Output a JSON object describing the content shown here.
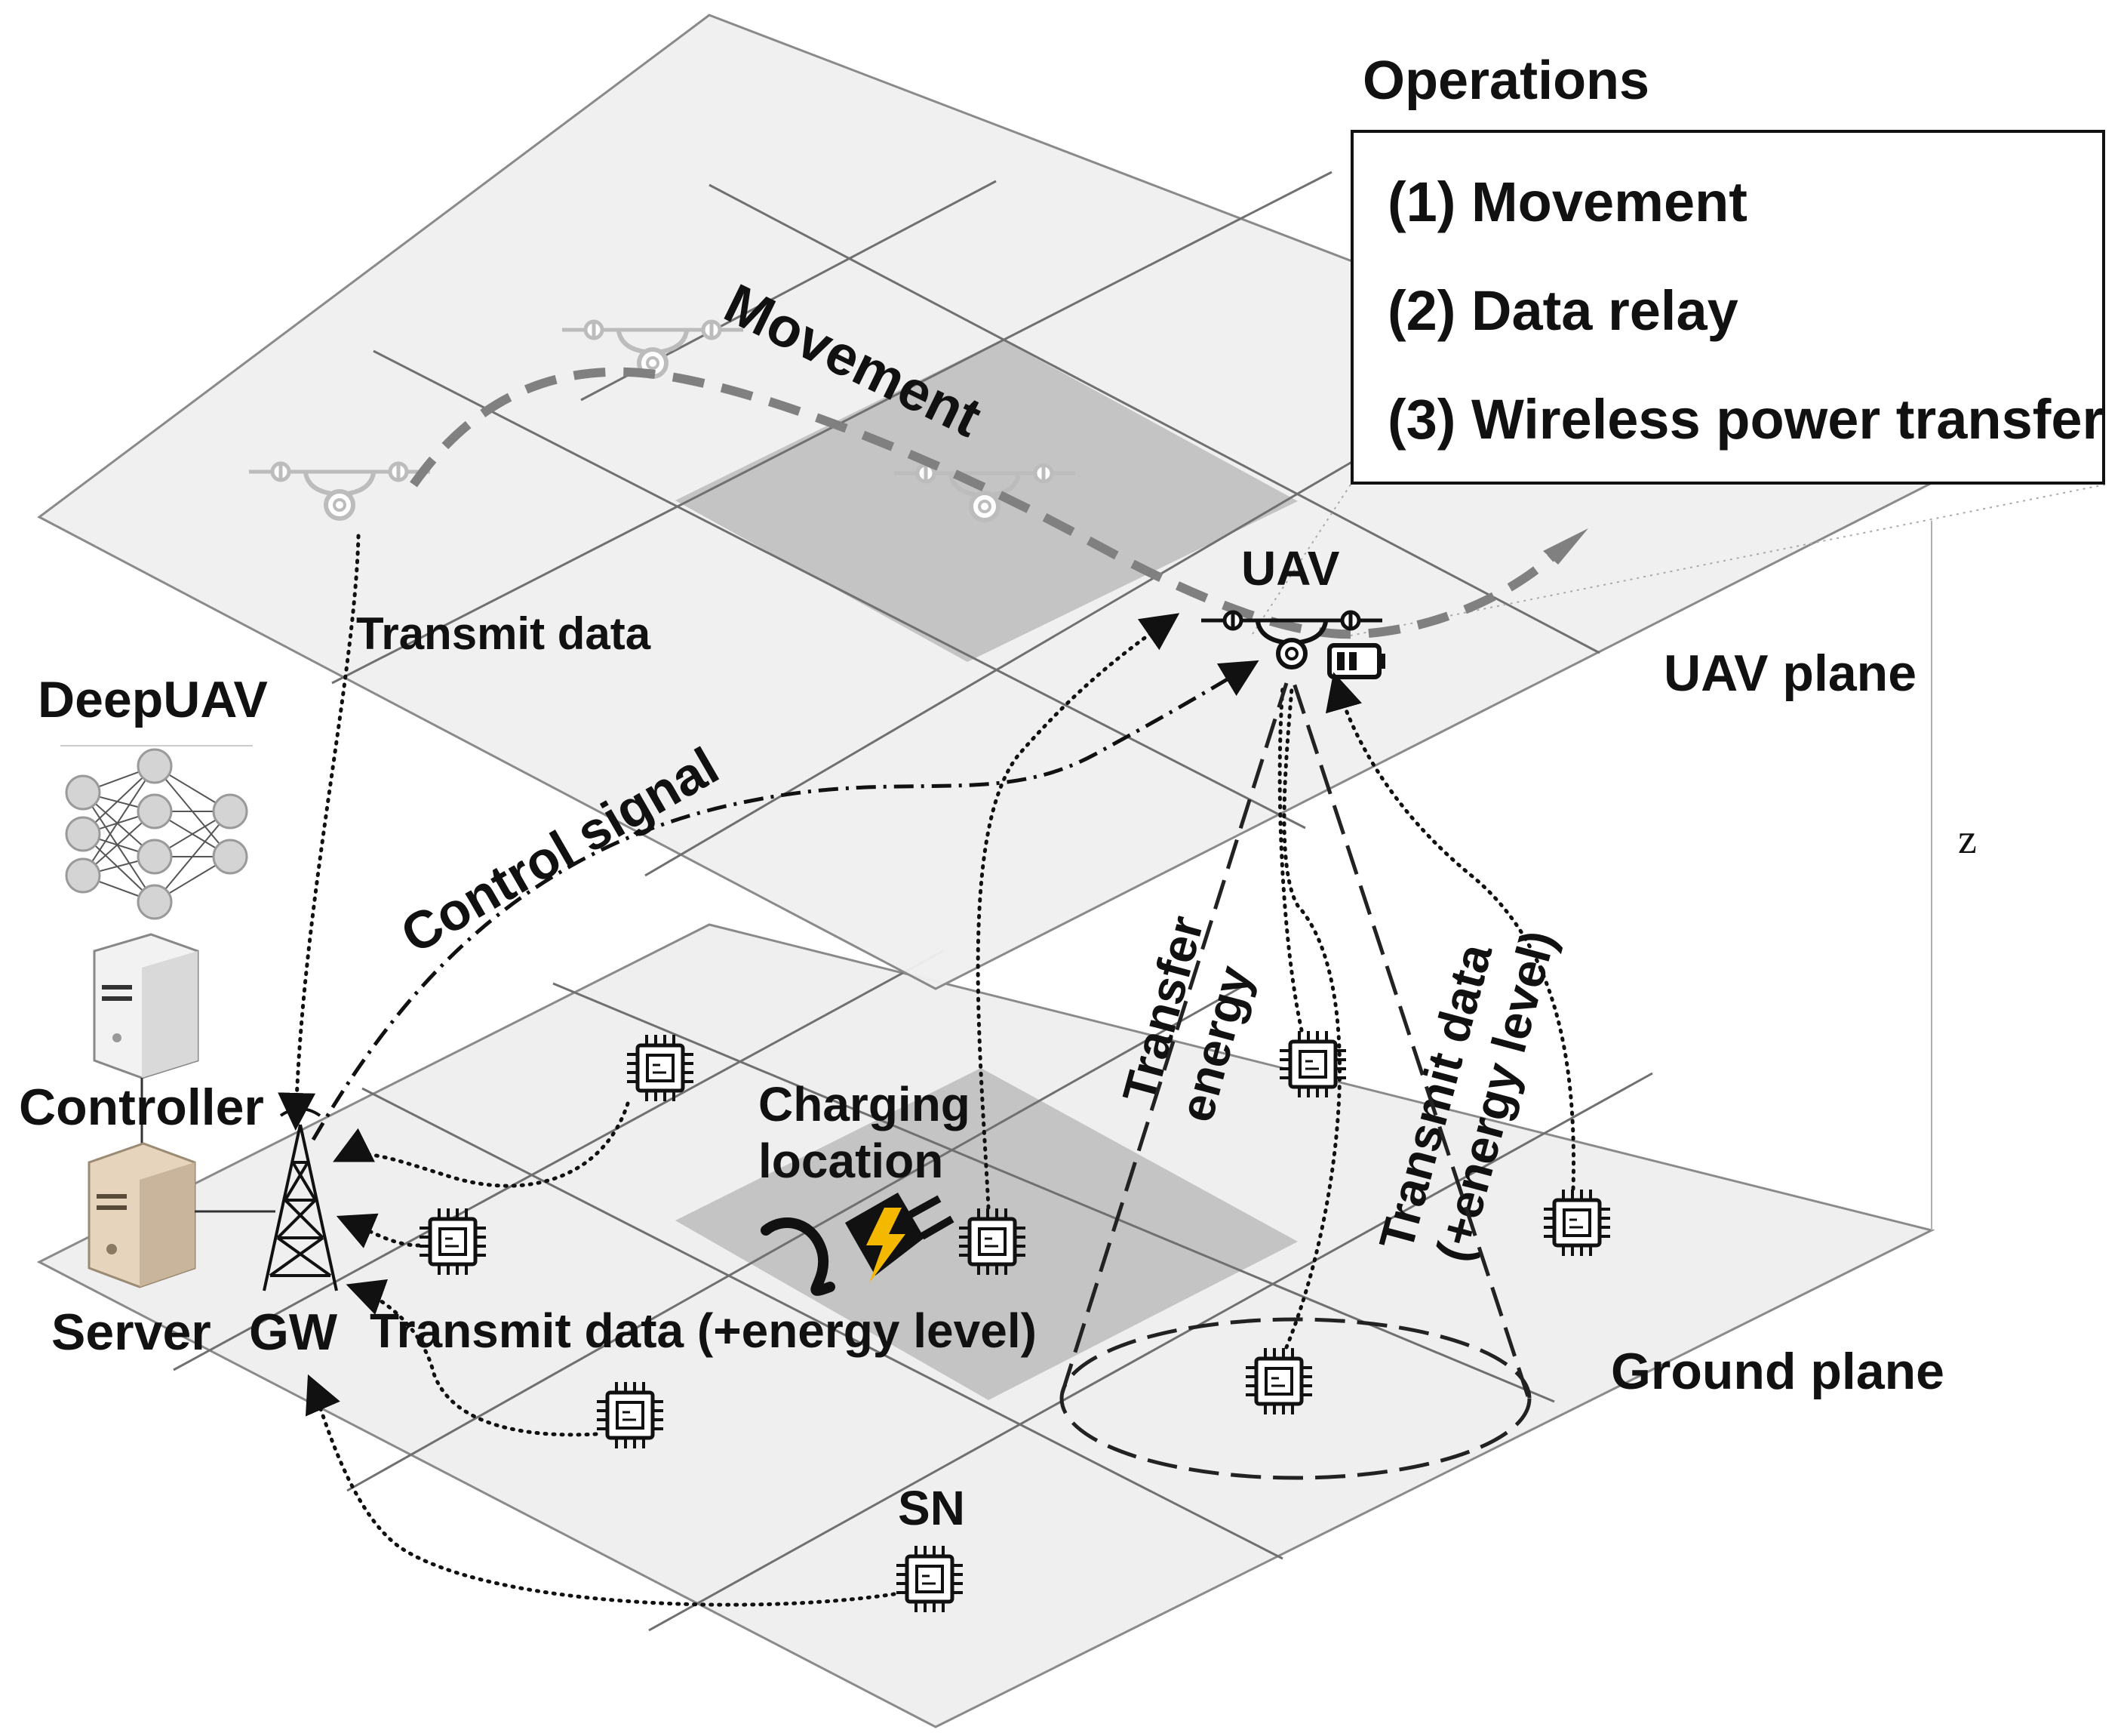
{
  "operations": {
    "title": "Operations",
    "items": [
      "(1) Movement",
      "(2) Data relay",
      "(3) Wireless power transfer"
    ]
  },
  "labels": {
    "movement": "Movement",
    "uav": "UAV",
    "uav_plane": "UAV plane",
    "ground_plane": "Ground plane",
    "z_axis": "z",
    "transmit_data_top": "Transmit data",
    "deepuav": "DeepUAV",
    "control_signal": "Control signal",
    "controller": "Controller",
    "server": "Server",
    "gw": "GW",
    "transmit_data_energy": "Transmit data (+energy level)",
    "charging_location_line1": "Charging",
    "charging_location_line2": "location",
    "transfer_energy_line1": "Transfer",
    "transfer_energy_line2": "energy",
    "transmit_data_right_line1": "Transmit data",
    "transmit_data_right_line2": "(+energy level)",
    "sn": "SN"
  },
  "colors": {
    "tile_light": "#efefef",
    "tile_charging": "#c6c6c6",
    "grid_line": "#707070",
    "movement_path": "#808080",
    "ghost_drone": "#bcbcbc",
    "lightning": "#f5b800",
    "server_beige": "#e6d4bd"
  }
}
